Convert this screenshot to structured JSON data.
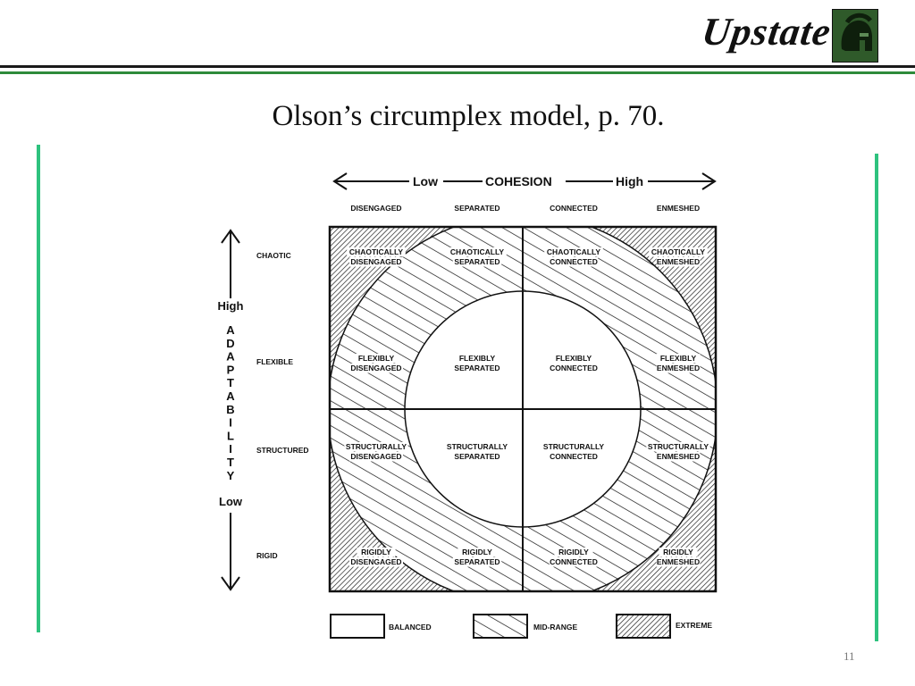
{
  "header": {
    "logo_text": "Upstate",
    "logo_emblem": "spartan-helmet-icon"
  },
  "slide": {
    "title": "Olson’s circumplex model, p. 70.",
    "number": "11"
  },
  "diagram": {
    "cohesion_axis": {
      "low": "Low",
      "title": "COHESION",
      "high": "High"
    },
    "adaptability_axis": {
      "high": "High",
      "letters": [
        "A",
        "D",
        "A",
        "P",
        "T",
        "A",
        "B",
        "I",
        "L",
        "I",
        "T",
        "Y"
      ],
      "low": "Low"
    },
    "columns": [
      "DISENGAGED",
      "SEPARATED",
      "CONNECTED",
      "ENMESHED"
    ],
    "rows": [
      "CHAOTIC",
      "FLEXIBLE",
      "STRUCTURED",
      "RIGID"
    ],
    "cells": [
      [
        [
          "CHAOTICALLY",
          "DISENGAGED"
        ],
        [
          "CHAOTICALLY",
          "SEPARATED"
        ],
        [
          "CHAOTICALLY",
          "CONNECTED"
        ],
        [
          "CHAOTICALLY",
          "ENMESHED"
        ]
      ],
      [
        [
          "FLEXIBLY",
          "DISENGAGED"
        ],
        [
          "FLEXIBLY",
          "SEPARATED"
        ],
        [
          "FLEXIBLY",
          "CONNECTED"
        ],
        [
          "FLEXIBLY",
          "ENMESHED"
        ]
      ],
      [
        [
          "STRUCTURALLY",
          "DISENGAGED"
        ],
        [
          "STRUCTURALLY",
          "SEPARATED"
        ],
        [
          "STRUCTURALLY",
          "CONNECTED"
        ],
        [
          "STRUCTURALLY",
          "ENMESHED"
        ]
      ],
      [
        [
          "RIGIDLY",
          "DISENGAGED"
        ],
        [
          "RIGIDLY",
          "SEPARATED"
        ],
        [
          "RIGIDLY",
          "CONNECTED"
        ],
        [
          "RIGIDLY",
          "ENMESHED"
        ]
      ]
    ],
    "legend": [
      {
        "label": "BALANCED",
        "pattern": "solid"
      },
      {
        "label": "MID-RANGE",
        "pattern": "diagonal-wide"
      },
      {
        "label": "EXTREME",
        "pattern": "diagonal-dense"
      }
    ]
  }
}
